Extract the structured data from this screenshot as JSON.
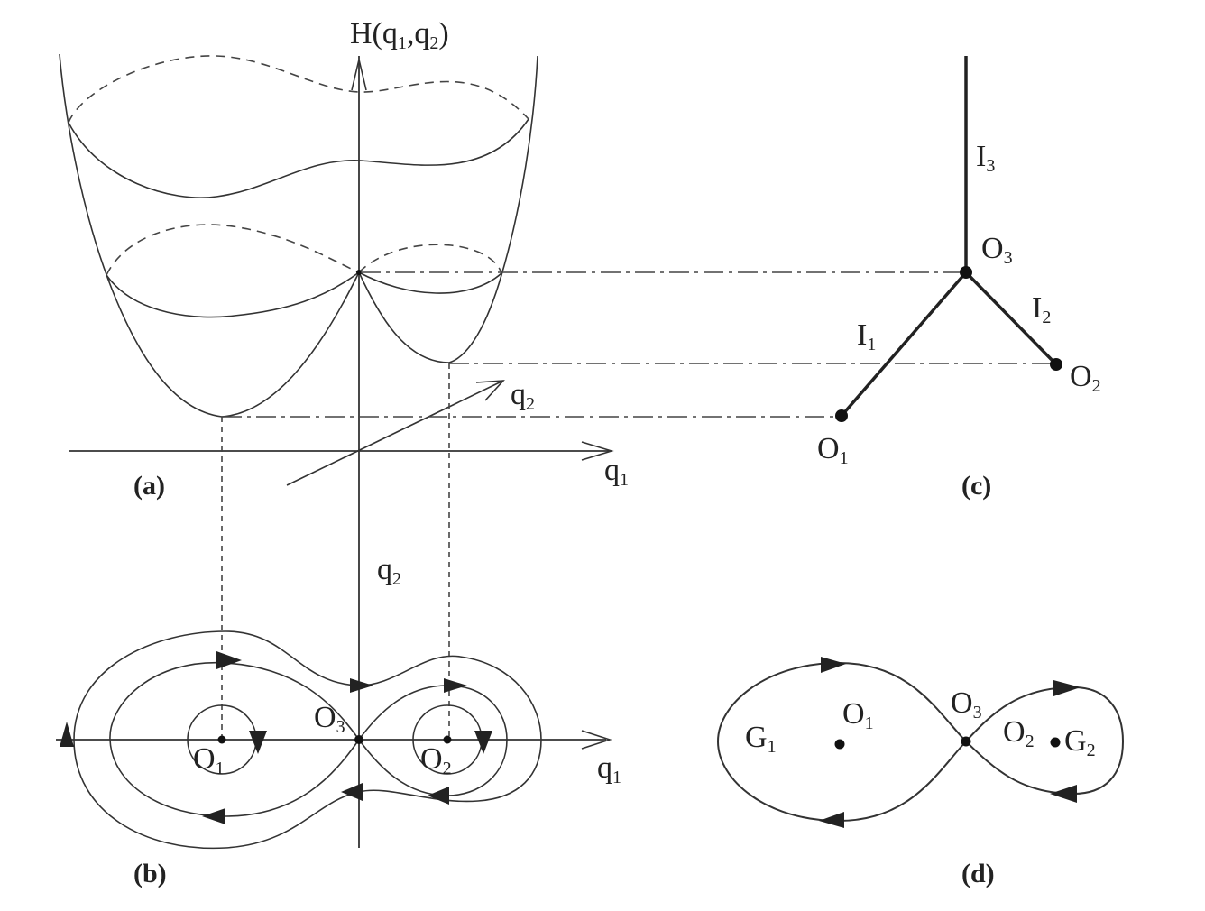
{
  "panels": {
    "a": {
      "label": "(a)",
      "axis_vertical": {
        "main": "H(q",
        "sub1": "1",
        "comma": ",q",
        "sub2": "2",
        "close": ")"
      },
      "axis_q1": {
        "main": "q",
        "sub": "1"
      },
      "axis_q2": {
        "main": "q",
        "sub": "2"
      }
    },
    "b": {
      "label": "(b)",
      "axis_q2": {
        "main": "q",
        "sub": "2"
      },
      "axis_q1": {
        "main": "q",
        "sub": "1"
      },
      "point_O1": {
        "main": "O",
        "sub": "1"
      },
      "point_O2": {
        "main": "O",
        "sub": "2"
      },
      "point_O3": {
        "main": "O",
        "sub": "3"
      }
    },
    "c": {
      "label": "(c)",
      "edge_I1": {
        "main": "I",
        "sub": "1"
      },
      "edge_I2": {
        "main": "I",
        "sub": "2"
      },
      "edge_I3": {
        "main": "I",
        "sub": "3"
      },
      "node_O1": {
        "main": "O",
        "sub": "1"
      },
      "node_O2": {
        "main": "O",
        "sub": "2"
      },
      "node_O3": {
        "main": "O",
        "sub": "3"
      }
    },
    "d": {
      "label": "(d)",
      "point_O1": {
        "main": "O",
        "sub": "1"
      },
      "point_O2": {
        "main": "O",
        "sub": "2"
      },
      "point_O3": {
        "main": "O",
        "sub": "3"
      },
      "region_G1": {
        "main": "G",
        "sub": "1"
      },
      "region_G2": {
        "main": "G",
        "sub": "2"
      }
    }
  }
}
